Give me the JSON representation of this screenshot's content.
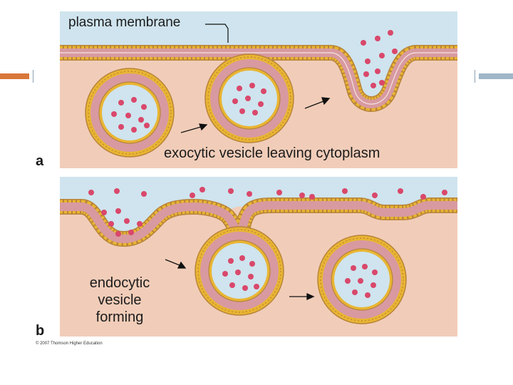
{
  "labels": {
    "plasma_membrane": "plasma membrane",
    "panel_a_caption": "exocytic vesicle leaving cytoplasm",
    "panel_b_caption_line1": "endocytic",
    "panel_b_caption_line2": "vesicle",
    "panel_b_caption_line3": "forming"
  },
  "panels": {
    "a": "a",
    "b": "b"
  },
  "copyright": "© 2007 Thomson Higher Education",
  "colors": {
    "extracellular": "#cfe4ee",
    "cytoplasm": "#f1cdb9",
    "lipid_tail": "#d89aa0",
    "lipid_head": "#e9b532",
    "particle": "#d9486b",
    "arrow": "#111111",
    "accent_orange": "#d9773a",
    "accent_blue": "#9fb6c9"
  }
}
